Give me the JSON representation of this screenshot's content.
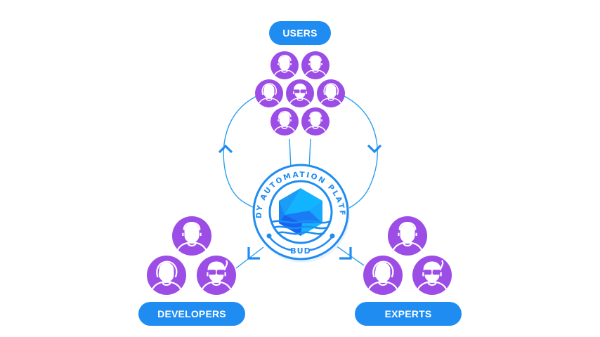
{
  "colors": {
    "accent_blue": "#1f8cf2",
    "connector_blue": "#2aa0ef",
    "avatar_purple": "#9b4de6",
    "logo_cube_light": "#13b4ff",
    "logo_cube_dark": "#1565f0"
  },
  "groups": {
    "users": {
      "label": "USERS",
      "avatars": [
        "avatar-female",
        "avatar-male",
        "avatar-male-long-hair",
        "avatar-male-glasses",
        "avatar-male-long-hair",
        "avatar-female",
        "avatar-male"
      ]
    },
    "developers": {
      "label": "DEVELOPERS",
      "avatars": [
        "avatar-male",
        "avatar-male-long-hair",
        "avatar-female-glasses"
      ]
    },
    "experts": {
      "label": "EXPERTS",
      "avatars": [
        "avatar-male",
        "avatar-male-long-hair",
        "avatar-female-glasses"
      ]
    }
  },
  "center_badge": {
    "ring_text": "BUDDY AUTOMATION PLATFORM",
    "bottom_text": "BUD",
    "icon": "buddy-cube-logo"
  }
}
